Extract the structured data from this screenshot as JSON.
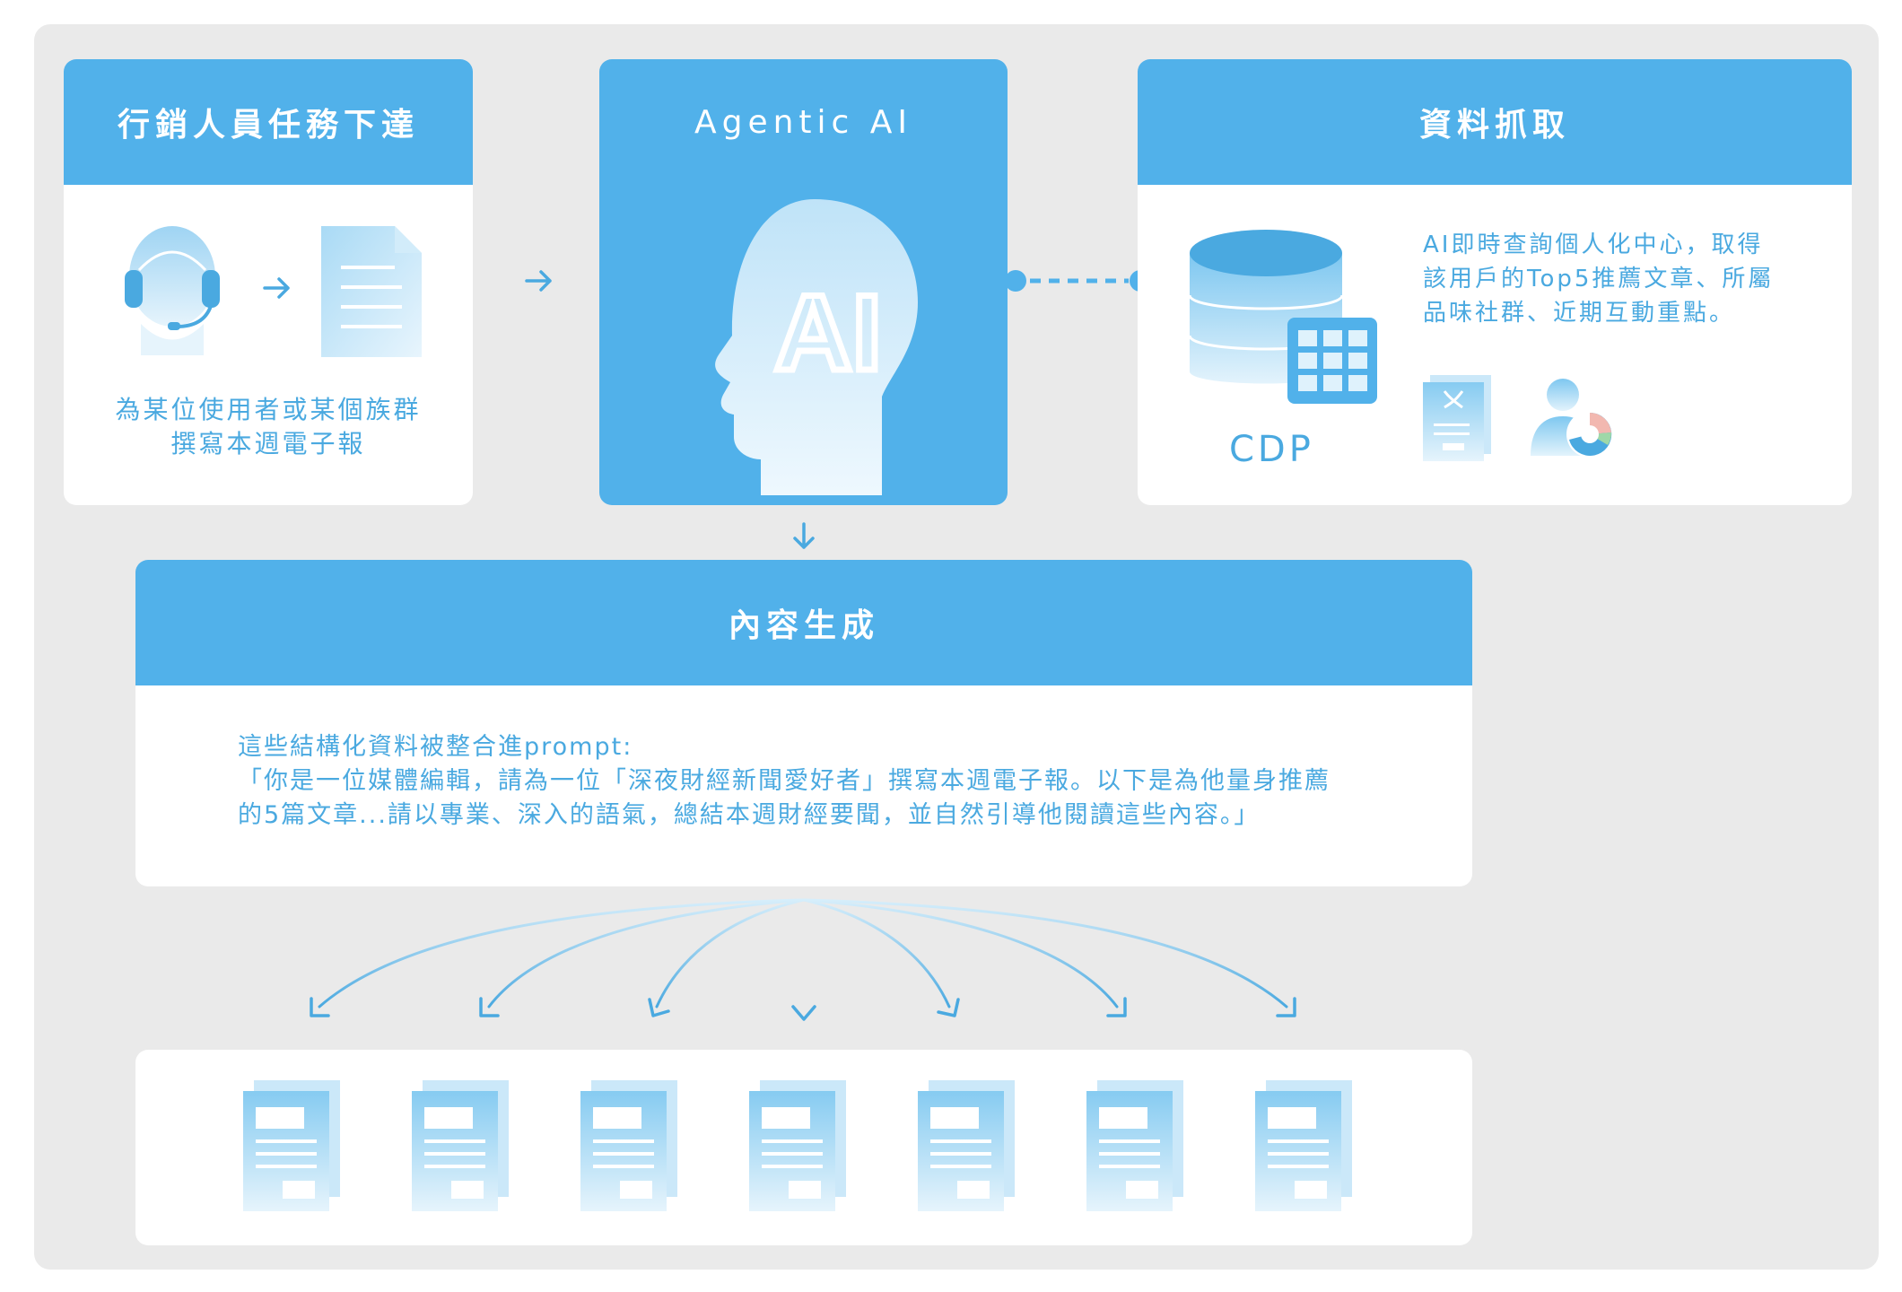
{
  "cards": {
    "marketer": {
      "title": "行銷人員任務下達",
      "caption_line1": "為某位使用者或某個族群",
      "caption_line2": "撰寫本週電子報"
    },
    "agent": {
      "title": "Agentic AI",
      "head_label": "AI"
    },
    "data_fetch": {
      "title": "資料抓取",
      "cdp_label": "CDP",
      "desc_line1": "AI即時查詢個人化中心，取得",
      "desc_line2": "該用戶的Top5推薦文章、所屬",
      "desc_line3": "品味社群、近期互動重點。"
    },
    "content_gen": {
      "title": "內容生成",
      "line1": "這些結構化資料被整合進prompt:",
      "line2": "「你是一位媒體編輯，請為一位「深夜財經新聞愛好者」撰寫本週電子報。以下是為他量身推薦",
      "line3": "的5篇文章...請以專業、深入的語氣，總結本週財經要聞，並自然引導他閱讀這些內容。」"
    }
  },
  "outputs": {
    "count": 7
  },
  "colors": {
    "accent": "#51b1ea",
    "text": "#4aa9e0",
    "background": "#eaeaea",
    "card": "#ffffff"
  },
  "icons": [
    "headset-user-icon",
    "document-icon",
    "arrow-right-icon",
    "ai-head-icon",
    "database-icon",
    "grid-table-icon",
    "dna-document-icon",
    "user-chart-icon",
    "arrow-down-icon",
    "newsletter-document-icon"
  ]
}
